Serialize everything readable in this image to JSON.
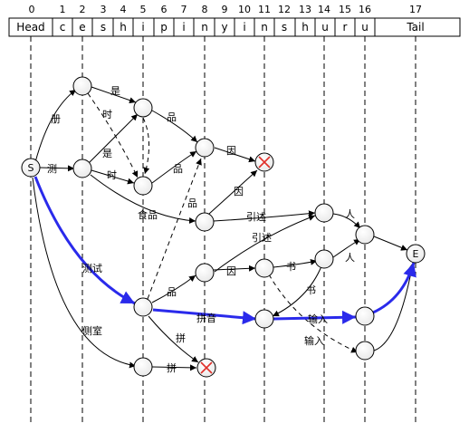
{
  "indices": [
    "0",
    "1",
    "2",
    "3",
    "4",
    "5",
    "6",
    "7",
    "8",
    "9",
    "10",
    "11",
    "12",
    "13",
    "14",
    "15",
    "16",
    "17"
  ],
  "cells": [
    "Head",
    "c",
    "e",
    "s",
    "h",
    "i",
    "p",
    "i",
    "n",
    "y",
    "i",
    "n",
    "s",
    "h",
    "u",
    "r",
    "u",
    "Tail"
  ],
  "nodes": {
    "start_label": "S",
    "end_label": "E"
  },
  "edge_labels": {
    "ce": "册",
    "ce_test": "测",
    "shi_a": "是",
    "shi_b": "时",
    "shi_c": "是",
    "shi_d": "时",
    "pin_a": "品",
    "pin_b": "品",
    "pin_c": "品",
    "pin_d": "品",
    "yin_a": "因",
    "yin_b": "因",
    "yin_c": "因",
    "shipin": "食品",
    "yinshu_a": "引述",
    "yinshu_b": "引述",
    "ren_a": "人",
    "ren_b": "人",
    "shu": "书",
    "shu2": "书",
    "ceshi": "测试",
    "cishi": "侧室",
    "pinyin": "拼音",
    "pin_x": "拼",
    "pin_y": "拼",
    "shuru_a": "输入",
    "shuru_b": "输入"
  },
  "colors": {
    "line": "#000000",
    "highlight": "#2a2aeb",
    "dead": "#e0302a"
  }
}
